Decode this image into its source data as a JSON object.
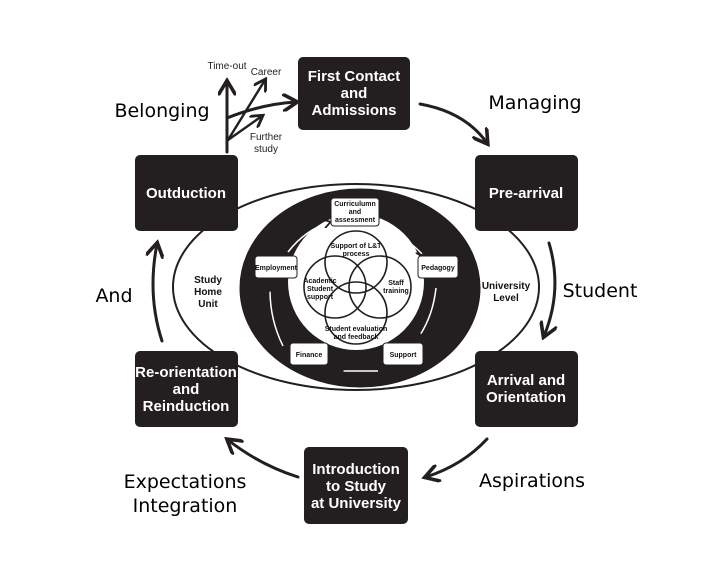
{
  "stages": {
    "first_contact": [
      "First Contact",
      "and",
      "Admissions"
    ],
    "pre_arrival": [
      "Pre-arrival"
    ],
    "arrival": [
      "Arrival and",
      "Orientation"
    ],
    "introduction": [
      "Introduction",
      "to Study",
      "at University"
    ],
    "reorientation": [
      "Re-orientation",
      "and",
      "Reinduction"
    ],
    "outduction": [
      "Outduction"
    ]
  },
  "side_words": {
    "belonging": "Belonging",
    "managing": "Managing",
    "student": "Student",
    "and": "And",
    "aspirations": "Aspirations",
    "expectations": "Expectations",
    "integration": "Integration"
  },
  "exit_routes": {
    "time_out": "Time-out",
    "career": "Career",
    "further_study": [
      "Further",
      "study"
    ]
  },
  "zones": {
    "study_home_unit": [
      "Study",
      "Home",
      "Unit"
    ],
    "university_level": [
      "University",
      "Level"
    ]
  },
  "inner_boxes": {
    "curriculum": [
      "Curriculumn",
      "and",
      "assessment"
    ],
    "pedagogy": [
      "Pedagogy"
    ],
    "support": [
      "Support"
    ],
    "finance": [
      "Finance"
    ],
    "employment": [
      "Employment"
    ]
  },
  "venn": {
    "top": [
      "Support of L&T",
      "process"
    ],
    "left": [
      "Academic",
      "Student",
      "support"
    ],
    "right": [
      "Staff",
      "training"
    ],
    "bottom": [
      "Student evaluation",
      "and feedback"
    ]
  },
  "colors": {
    "box_fill": "#231f20",
    "box_text": "#ffffff",
    "arrow": "#231f20",
    "page": "#ffffff"
  }
}
